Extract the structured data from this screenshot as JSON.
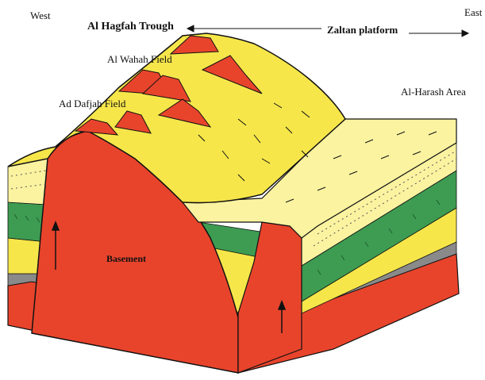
{
  "labels": {
    "west": "West",
    "east": "East",
    "trough": "Al Hagfah Trough",
    "platform": "Zaltan platform",
    "wahah": "Al Wahah Field",
    "dafjah": "Ad Dafjah Field",
    "harash": "Al-Harash Area",
    "basement": "Basement"
  },
  "colors": {
    "basement": "#e8442c",
    "yellow": "#f6e64a",
    "pale_yellow": "#fbf3a0",
    "green": "#3d9c52",
    "grey": "#8a8a8a",
    "outline": "#111111"
  }
}
